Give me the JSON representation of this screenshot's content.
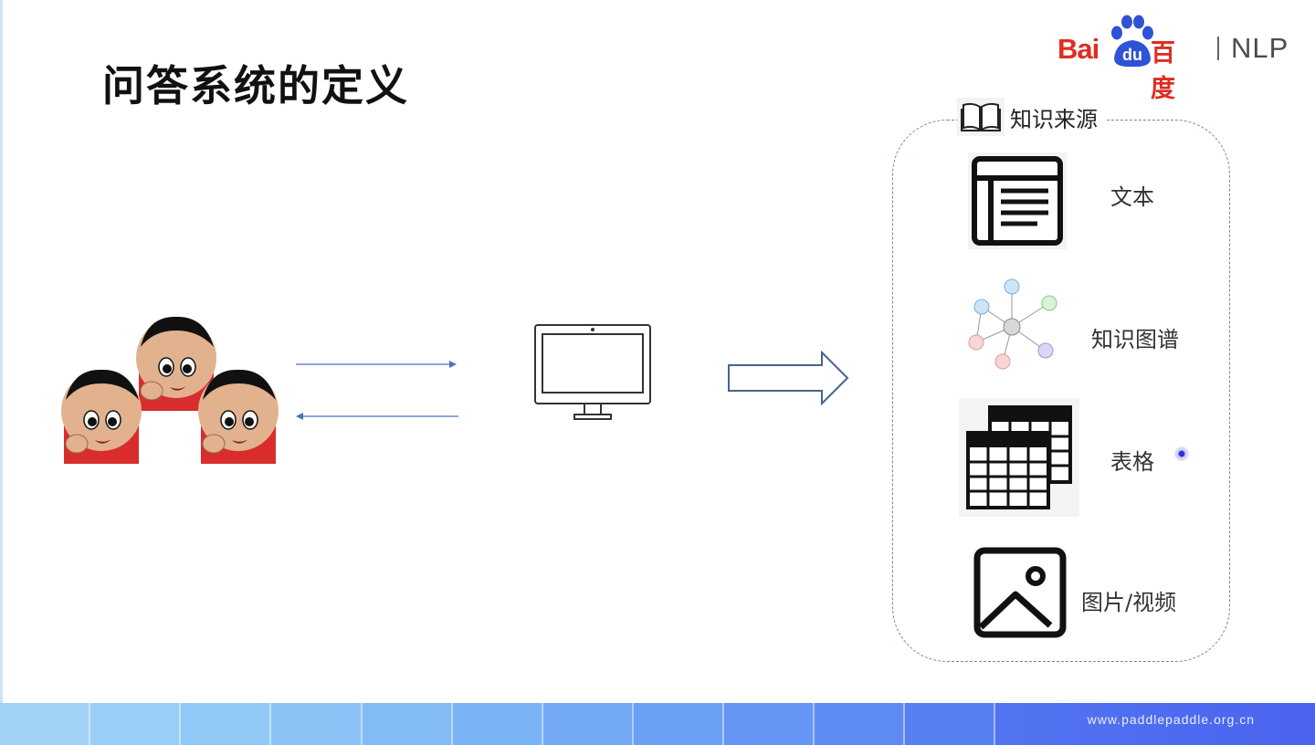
{
  "slide": {
    "title": "问答系统的定义"
  },
  "logo": {
    "latin": "Bai",
    "paw_text": "du",
    "chinese": "百度",
    "product": "NLP"
  },
  "knowledge_sources": {
    "title": "知识来源",
    "items": [
      {
        "label": "文本",
        "icon": "text-document-icon"
      },
      {
        "label": "知识图谱",
        "icon": "knowledge-graph-icon"
      },
      {
        "label": "表格",
        "icon": "table-icon"
      },
      {
        "label": "图片/视频",
        "icon": "image-icon"
      }
    ]
  },
  "footer": {
    "url": "www.paddlepaddle.org.cn"
  },
  "colors": {
    "brand_red": "#de2d24",
    "footer_light": "#9fd0f8",
    "footer_dark": "#4a63f0",
    "dashed_border": "#6f8aa6"
  }
}
